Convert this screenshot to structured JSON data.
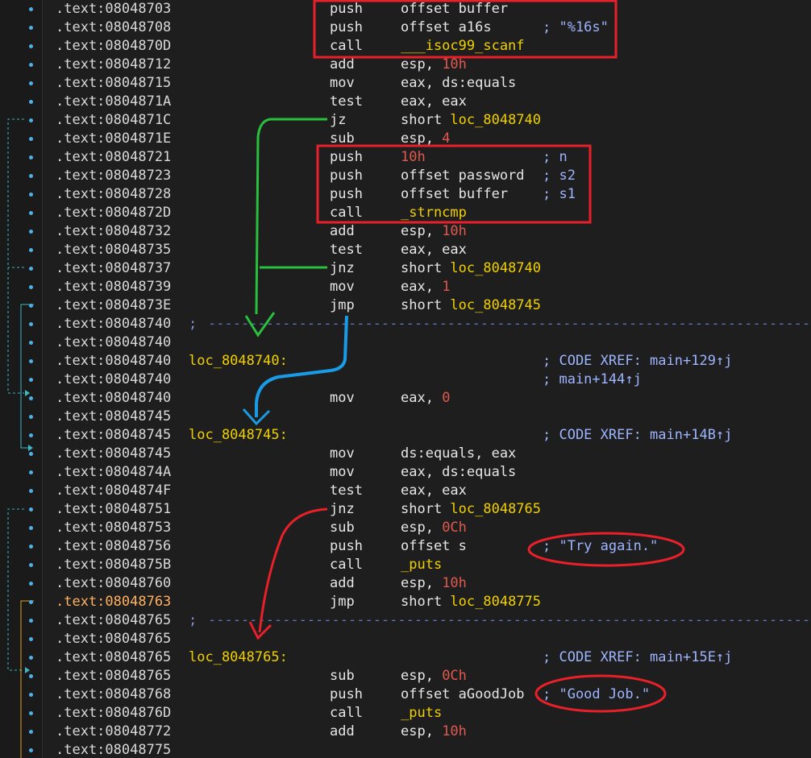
{
  "disassembly": {
    "lines": [
      {
        "addr": ".text:08048703",
        "mnem": "push",
        "ops": [
          {
            "t": "offset buffer",
            "c": "w"
          }
        ]
      },
      {
        "addr": ".text:08048708",
        "mnem": "push",
        "ops": [
          {
            "t": "offset ",
            "c": "w"
          },
          {
            "t": "a16s",
            "c": "w"
          }
        ],
        "cmt": "; \"%16s\""
      },
      {
        "addr": ".text:0804870D",
        "mnem": "call",
        "ops": [
          {
            "t": "___isoc99_scanf",
            "c": "y"
          }
        ]
      },
      {
        "addr": ".text:08048712",
        "mnem": "add",
        "ops": [
          {
            "t": "esp, ",
            "c": "w"
          },
          {
            "t": "10h",
            "c": "r"
          }
        ]
      },
      {
        "addr": ".text:08048715",
        "mnem": "mov",
        "ops": [
          {
            "t": "eax, ds:equals",
            "c": "w"
          }
        ]
      },
      {
        "addr": ".text:0804871A",
        "mnem": "test",
        "ops": [
          {
            "t": "eax, eax",
            "c": "w"
          }
        ]
      },
      {
        "addr": ".text:0804871C",
        "mnem": "jz",
        "ops": [
          {
            "t": "short ",
            "c": "w"
          },
          {
            "t": "loc_8048740",
            "c": "y"
          }
        ]
      },
      {
        "addr": ".text:0804871E",
        "mnem": "sub",
        "ops": [
          {
            "t": "esp, ",
            "c": "w"
          },
          {
            "t": "4",
            "c": "r"
          }
        ]
      },
      {
        "addr": ".text:08048721",
        "mnem": "push",
        "ops": [
          {
            "t": "10h",
            "c": "r"
          }
        ],
        "cmt": "; n"
      },
      {
        "addr": ".text:08048723",
        "mnem": "push",
        "ops": [
          {
            "t": "offset password",
            "c": "w"
          }
        ],
        "cmt": "; s2"
      },
      {
        "addr": ".text:08048728",
        "mnem": "push",
        "ops": [
          {
            "t": "offset buffer",
            "c": "w"
          }
        ],
        "cmt": "; s1"
      },
      {
        "addr": ".text:0804872D",
        "mnem": "call",
        "ops": [
          {
            "t": "_strncmp",
            "c": "y"
          }
        ]
      },
      {
        "addr": ".text:08048732",
        "mnem": "add",
        "ops": [
          {
            "t": "esp, ",
            "c": "w"
          },
          {
            "t": "10h",
            "c": "r"
          }
        ]
      },
      {
        "addr": ".text:08048735",
        "mnem": "test",
        "ops": [
          {
            "t": "eax, eax",
            "c": "w"
          }
        ]
      },
      {
        "addr": ".text:08048737",
        "mnem": "jnz",
        "ops": [
          {
            "t": "short ",
            "c": "w"
          },
          {
            "t": "loc_8048740",
            "c": "y"
          }
        ]
      },
      {
        "addr": ".text:08048739",
        "mnem": "mov",
        "ops": [
          {
            "t": "eax, ",
            "c": "w"
          },
          {
            "t": "1",
            "c": "r"
          }
        ]
      },
      {
        "addr": ".text:0804873E",
        "mnem": "jmp",
        "ops": [
          {
            "t": "short ",
            "c": "w"
          },
          {
            "t": "loc_8048745",
            "c": "y"
          }
        ]
      },
      {
        "addr": ".text:08048740",
        "sep": true
      },
      {
        "addr": ".text:08048740"
      },
      {
        "addr": ".text:08048740",
        "label": "loc_8048740:",
        "cmt": "; CODE XREF: main+129↑j"
      },
      {
        "addr": ".text:08048740",
        "cmt": "; main+144↑j"
      },
      {
        "addr": ".text:08048740",
        "mnem": "mov",
        "ops": [
          {
            "t": "eax, ",
            "c": "w"
          },
          {
            "t": "0",
            "c": "r"
          }
        ]
      },
      {
        "addr": ".text:08048745"
      },
      {
        "addr": ".text:08048745",
        "label": "loc_8048745:",
        "cmt": "; CODE XREF: main+14B↑j"
      },
      {
        "addr": ".text:08048745",
        "mnem": "mov",
        "ops": [
          {
            "t": "ds:equals, eax",
            "c": "w"
          }
        ]
      },
      {
        "addr": ".text:0804874A",
        "mnem": "mov",
        "ops": [
          {
            "t": "eax, ds:equals",
            "c": "w"
          }
        ]
      },
      {
        "addr": ".text:0804874F",
        "mnem": "test",
        "ops": [
          {
            "t": "eax, eax",
            "c": "w"
          }
        ]
      },
      {
        "addr": ".text:08048751",
        "mnem": "jnz",
        "ops": [
          {
            "t": "short ",
            "c": "w"
          },
          {
            "t": "loc_8048765",
            "c": "y"
          }
        ]
      },
      {
        "addr": ".text:08048753",
        "mnem": "sub",
        "ops": [
          {
            "t": "esp, ",
            "c": "w"
          },
          {
            "t": "0Ch",
            "c": "r"
          }
        ]
      },
      {
        "addr": ".text:08048756",
        "mnem": "push",
        "ops": [
          {
            "t": "offset s",
            "c": "w"
          }
        ],
        "cmt": "; \"Try again.\""
      },
      {
        "addr": ".text:0804875B",
        "mnem": "call",
        "ops": [
          {
            "t": "_puts",
            "c": "y"
          }
        ]
      },
      {
        "addr": ".text:08048760",
        "mnem": "add",
        "ops": [
          {
            "t": "esp, ",
            "c": "w"
          },
          {
            "t": "10h",
            "c": "r"
          }
        ]
      },
      {
        "addr": ".text:08048763",
        "hl": true,
        "mnem": "jmp",
        "ops": [
          {
            "t": "short ",
            "c": "w"
          },
          {
            "t": "loc_8048775",
            "c": "y"
          }
        ]
      },
      {
        "addr": ".text:08048765",
        "sep": true
      },
      {
        "addr": ".text:08048765"
      },
      {
        "addr": ".text:08048765",
        "label": "loc_8048765:",
        "cmt": "; CODE XREF: main+15E↑j"
      },
      {
        "addr": ".text:08048765",
        "mnem": "sub",
        "ops": [
          {
            "t": "esp, ",
            "c": "w"
          },
          {
            "t": "0Ch",
            "c": "r"
          }
        ]
      },
      {
        "addr": ".text:08048768",
        "mnem": "push",
        "ops": [
          {
            "t": "offset aGoodJob",
            "c": "w"
          }
        ],
        "cmt": "; \"Good Job.\""
      },
      {
        "addr": ".text:0804876D",
        "mnem": "call",
        "ops": [
          {
            "t": "_puts",
            "c": "y"
          }
        ]
      },
      {
        "addr": ".text:08048772",
        "mnem": "add",
        "ops": [
          {
            "t": "esp, ",
            "c": "w"
          },
          {
            "t": "10h",
            "c": "r"
          }
        ]
      },
      {
        "addr": ".text:08048775"
      }
    ]
  },
  "colors": {
    "background": "#1e1e1e",
    "address": "#d8d8d8",
    "highlight_address": "#ffb060",
    "label_yellow": "#f0d000",
    "number_red": "#e0594f",
    "comment_blue": "#9db4ff",
    "annotation_red": "#e8202a",
    "annotation_green": "#28c03c",
    "annotation_blue": "#1a9be6"
  },
  "annotations": {
    "boxes": [
      "scanf-call-box",
      "strncmp-call-box"
    ],
    "ellipses": [
      "try-again-ellipse",
      "good-job-ellipse"
    ],
    "arrows": [
      "green-jump-arrow",
      "blue-jump-arrow",
      "red-jump-arrow"
    ]
  }
}
